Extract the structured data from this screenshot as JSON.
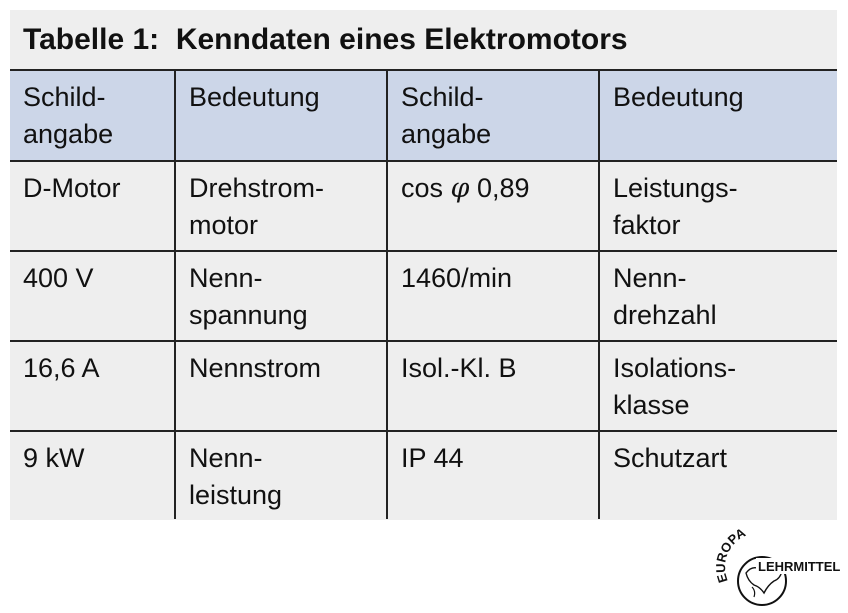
{
  "title": "Tabelle 1:  Kenndaten eines Elektromotors",
  "header": [
    {
      "lines": [
        "Schild-",
        "angabe"
      ]
    },
    {
      "lines": [
        "Bedeutung"
      ]
    },
    {
      "lines": [
        "Schild-",
        "angabe"
      ]
    },
    {
      "lines": [
        "Bedeutung"
      ]
    }
  ],
  "rows": [
    [
      {
        "lines": [
          "D-Motor"
        ]
      },
      {
        "lines": [
          "Drehstrom-",
          "motor"
        ]
      },
      {
        "lines": [
          "cos",
          "φ",
          " 0,89"
        ]
      },
      {
        "lines": [
          "Leistungs-",
          "faktor"
        ]
      }
    ],
    [
      {
        "lines": [
          "400 V"
        ]
      },
      {
        "lines": [
          "Nenn-",
          "spannung"
        ]
      },
      {
        "lines": [
          "1460/min"
        ]
      },
      {
        "lines": [
          "Nenn-",
          "drehzahl"
        ]
      }
    ],
    [
      {
        "lines": [
          "16,6 A"
        ]
      },
      {
        "lines": [
          "Nennstrom"
        ]
      },
      {
        "lines": [
          "Isol.-Kl. B"
        ]
      },
      {
        "lines": [
          "Isolations-",
          "klasse"
        ]
      }
    ],
    [
      {
        "lines": [
          "9 kW"
        ]
      },
      {
        "lines": [
          "Nenn-",
          "leistung"
        ]
      },
      {
        "lines": [
          "IP 44"
        ]
      },
      {
        "lines": [
          "Schutzart"
        ]
      }
    ]
  ],
  "logo": {
    "top_text": "EUROPA",
    "bottom_text": "LEHRMITTEL"
  },
  "colors": {
    "header_bg": "#ccd6e8",
    "body_bg": "#eeeeee",
    "rule": "#222222"
  }
}
